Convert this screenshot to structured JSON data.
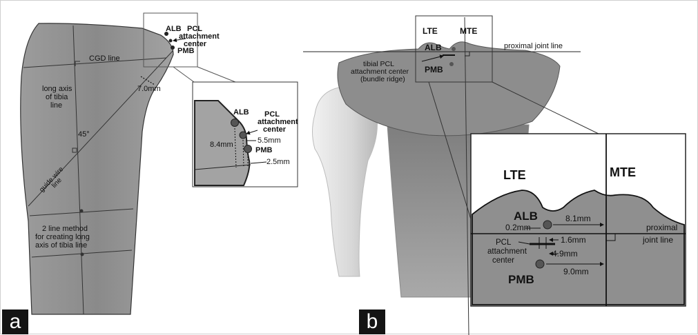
{
  "panel_a": {
    "badge": "a",
    "labels": {
      "alb": "ALB",
      "pcl_line1": "PCL",
      "pcl_line2": "attachment",
      "pcl_line3": "center",
      "pmb": "PMB",
      "cgd_line": "CGD line",
      "long_axis_line1": "long axis",
      "long_axis_line2": "of tibia",
      "long_axis_line3": "line",
      "distance_7": "7.0mm",
      "angle_45": "45°",
      "guide_wire_line1": "guide wire",
      "guide_wire_line2": "line",
      "method_line1": "2 line method",
      "method_line2": "for creating long",
      "method_line3": "axis of tibia line"
    },
    "inset": {
      "alb": "ALB",
      "pcl_line1": "PCL",
      "pcl_line2": "attachment",
      "pcl_line3": "center",
      "pmb": "PMB",
      "d_84": "8.4mm",
      "d_55": "5.5mm",
      "d_25": "2.5mm"
    }
  },
  "panel_b": {
    "badge": "b",
    "labels": {
      "lte": "LTE",
      "mte": "MTE",
      "proximal_joint_line": "proximal joint line",
      "alb": "ALB",
      "pmb": "PMB",
      "tibial_pcl_line1": "tibial PCL",
      "tibial_pcl_line2": "attachment center",
      "tibial_pcl_line3": "(bundle ridge)"
    },
    "inset": {
      "lte": "LTE",
      "mte": "MTE",
      "alb": "ALB",
      "pmb": "PMB",
      "d_81": "8.1mm",
      "d_02": "0.2mm",
      "d_16": "1.6mm",
      "d_49": "4.9mm",
      "d_90": "9.0mm",
      "proximal_line1": "proximal",
      "proximal_line2": "joint line",
      "pcl_line1": "PCL",
      "pcl_line2": "attachment",
      "pcl_line3": "center"
    }
  }
}
